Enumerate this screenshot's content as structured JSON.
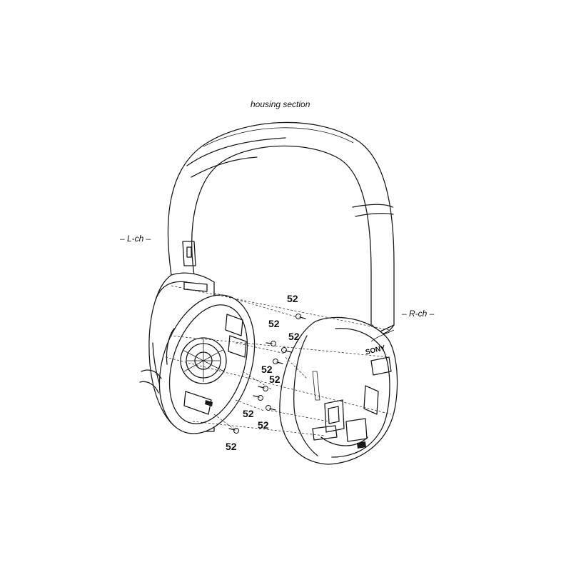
{
  "labels": {
    "section": "housing section",
    "left": "– L-ch –",
    "right": "– R-ch –",
    "brand": "SONY"
  },
  "parts": [
    {
      "ref": "52"
    },
    {
      "ref": "52"
    },
    {
      "ref": "52"
    },
    {
      "ref": "52"
    },
    {
      "ref": "52"
    },
    {
      "ref": "52"
    },
    {
      "ref": "52"
    }
  ],
  "colors": {
    "line": "#1a1a1a",
    "background": "#ffffff"
  }
}
